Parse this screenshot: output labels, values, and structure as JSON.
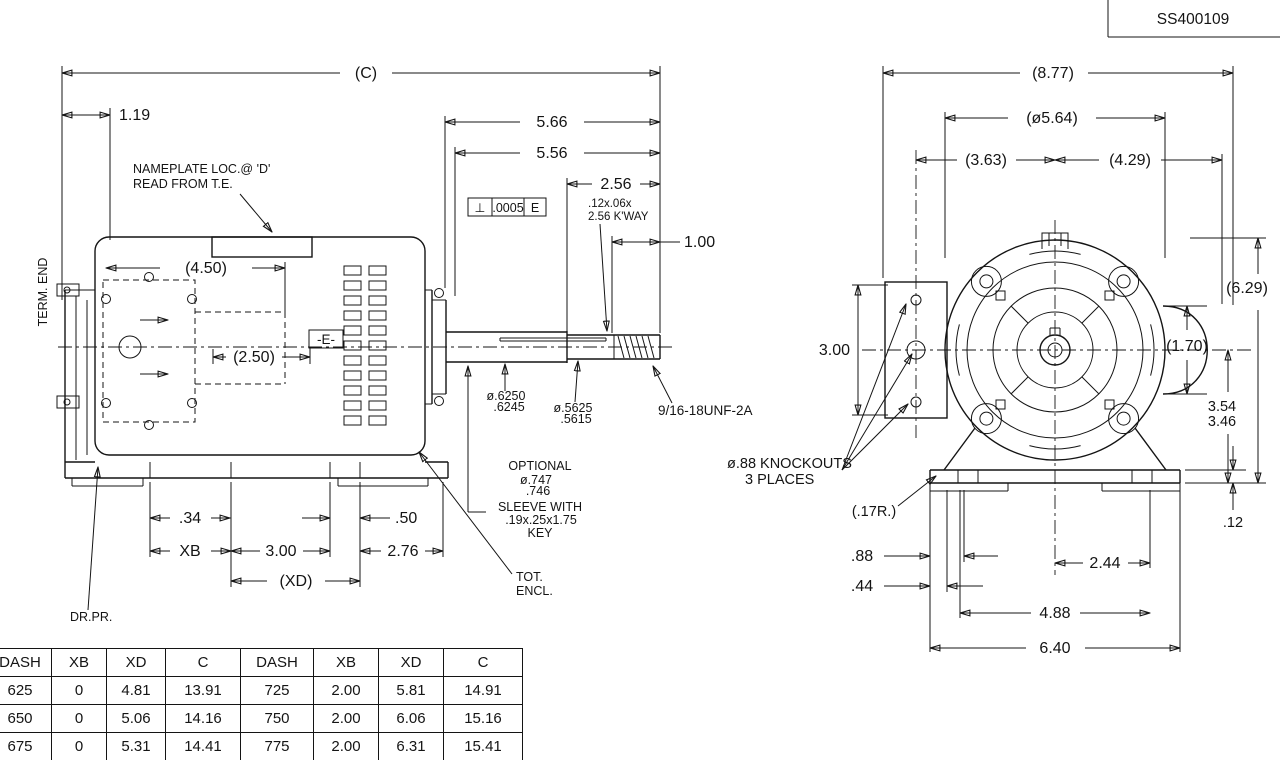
{
  "title_block": {
    "drawing_number": "SS400109"
  },
  "side_view": {
    "labels": {
      "c_overall": "(C)",
      "d_119": "1.19",
      "nameplate1": "NAMEPLATE LOC.@ 'D'",
      "nameplate2": "READ FROM T.E.",
      "term_end": "TERM. END",
      "d_450": "(4.50)",
      "d_250": "(2.50)",
      "datum_e": "-E-",
      "d_566": "5.66",
      "d_556": "5.56",
      "d_256": "2.56",
      "fcf_sym": "⊥",
      "fcf_tol": ".0005",
      "fcf_datum": "E",
      "kway1": ".12x.06x",
      "kway2": "2.56 K'WAY",
      "d_100": "1.00",
      "dia1a": "ø.6250",
      "dia1b": ".6245",
      "dia2a": "ø.5625",
      "dia2b": ".5615",
      "thread": "9/16-18UNF-2A",
      "opt1": "OPTIONAL",
      "opt2": "ø.747",
      "opt3": ".746",
      "opt4": "SLEEVE WITH",
      "opt5": ".19x.25x1.75",
      "opt6": "KEY",
      "d_034": ".34",
      "d_050": ".50",
      "d_xb": "XB",
      "d_300": "3.00",
      "d_276": "2.76",
      "d_xd": "(XD)",
      "tot1": "TOT.",
      "tot2": "ENCL.",
      "drpr": "DR.PR."
    }
  },
  "end_view": {
    "labels": {
      "d_877": "(8.77)",
      "d_564": "(ø5.64)",
      "d_363": "(3.63)",
      "d_429": "(4.29)",
      "d_300": "3.00",
      "d_629": "(6.29)",
      "d_170": "(1.70)",
      "d_354": "3.54",
      "d_346": "3.46",
      "ko1": "ø.88 KNOCKOUTS",
      "ko2": "3 PLACES",
      "d_17r": "(.17R.)",
      "d_088": ".88",
      "d_044": ".44",
      "d_244": "2.44",
      "d_488": "4.88",
      "d_640": "6.40",
      "d_012": ".12"
    }
  },
  "table": {
    "headers": [
      "DASH",
      "XB",
      "XD",
      "C",
      "DASH",
      "XB",
      "XD",
      "C"
    ],
    "rows": [
      [
        "625",
        "0",
        "4.81",
        "13.91",
        "725",
        "2.00",
        "5.81",
        "14.91"
      ],
      [
        "650",
        "0",
        "5.06",
        "14.16",
        "750",
        "2.00",
        "6.06",
        "15.16"
      ],
      [
        "675",
        "0",
        "5.31",
        "14.41",
        "775",
        "2.00",
        "6.31",
        "15.41"
      ]
    ]
  }
}
